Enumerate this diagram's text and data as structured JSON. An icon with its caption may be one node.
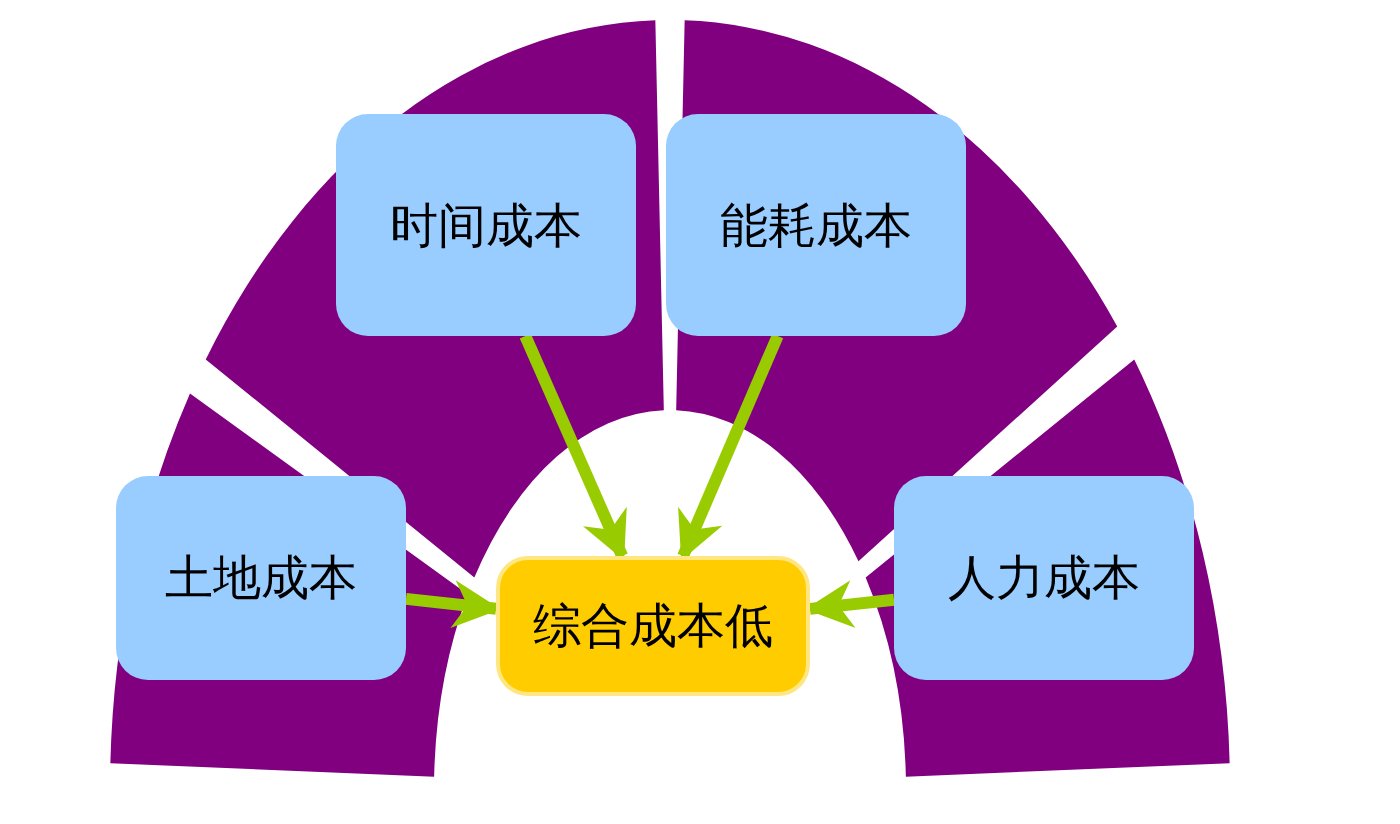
{
  "diagram": {
    "nodes": [
      {
        "text": [
          "时间成本"
        ]
      },
      {
        "text": [
          "能耗成本"
        ]
      },
      {
        "text": [
          "土地成本"
        ]
      },
      {
        "text": [
          "人力成本"
        ]
      },
      {
        "text": [
          "综合成本低"
        ]
      }
    ],
    "edges": [
      {
        "from": 0,
        "to": 4,
        "arrow": "to"
      },
      {
        "from": 1,
        "to": 4,
        "arrow": "to"
      },
      {
        "from": 2,
        "to": 4,
        "arrow": "to"
      },
      {
        "from": 3,
        "to": 4,
        "arrow": "to"
      }
    ]
  }
}
